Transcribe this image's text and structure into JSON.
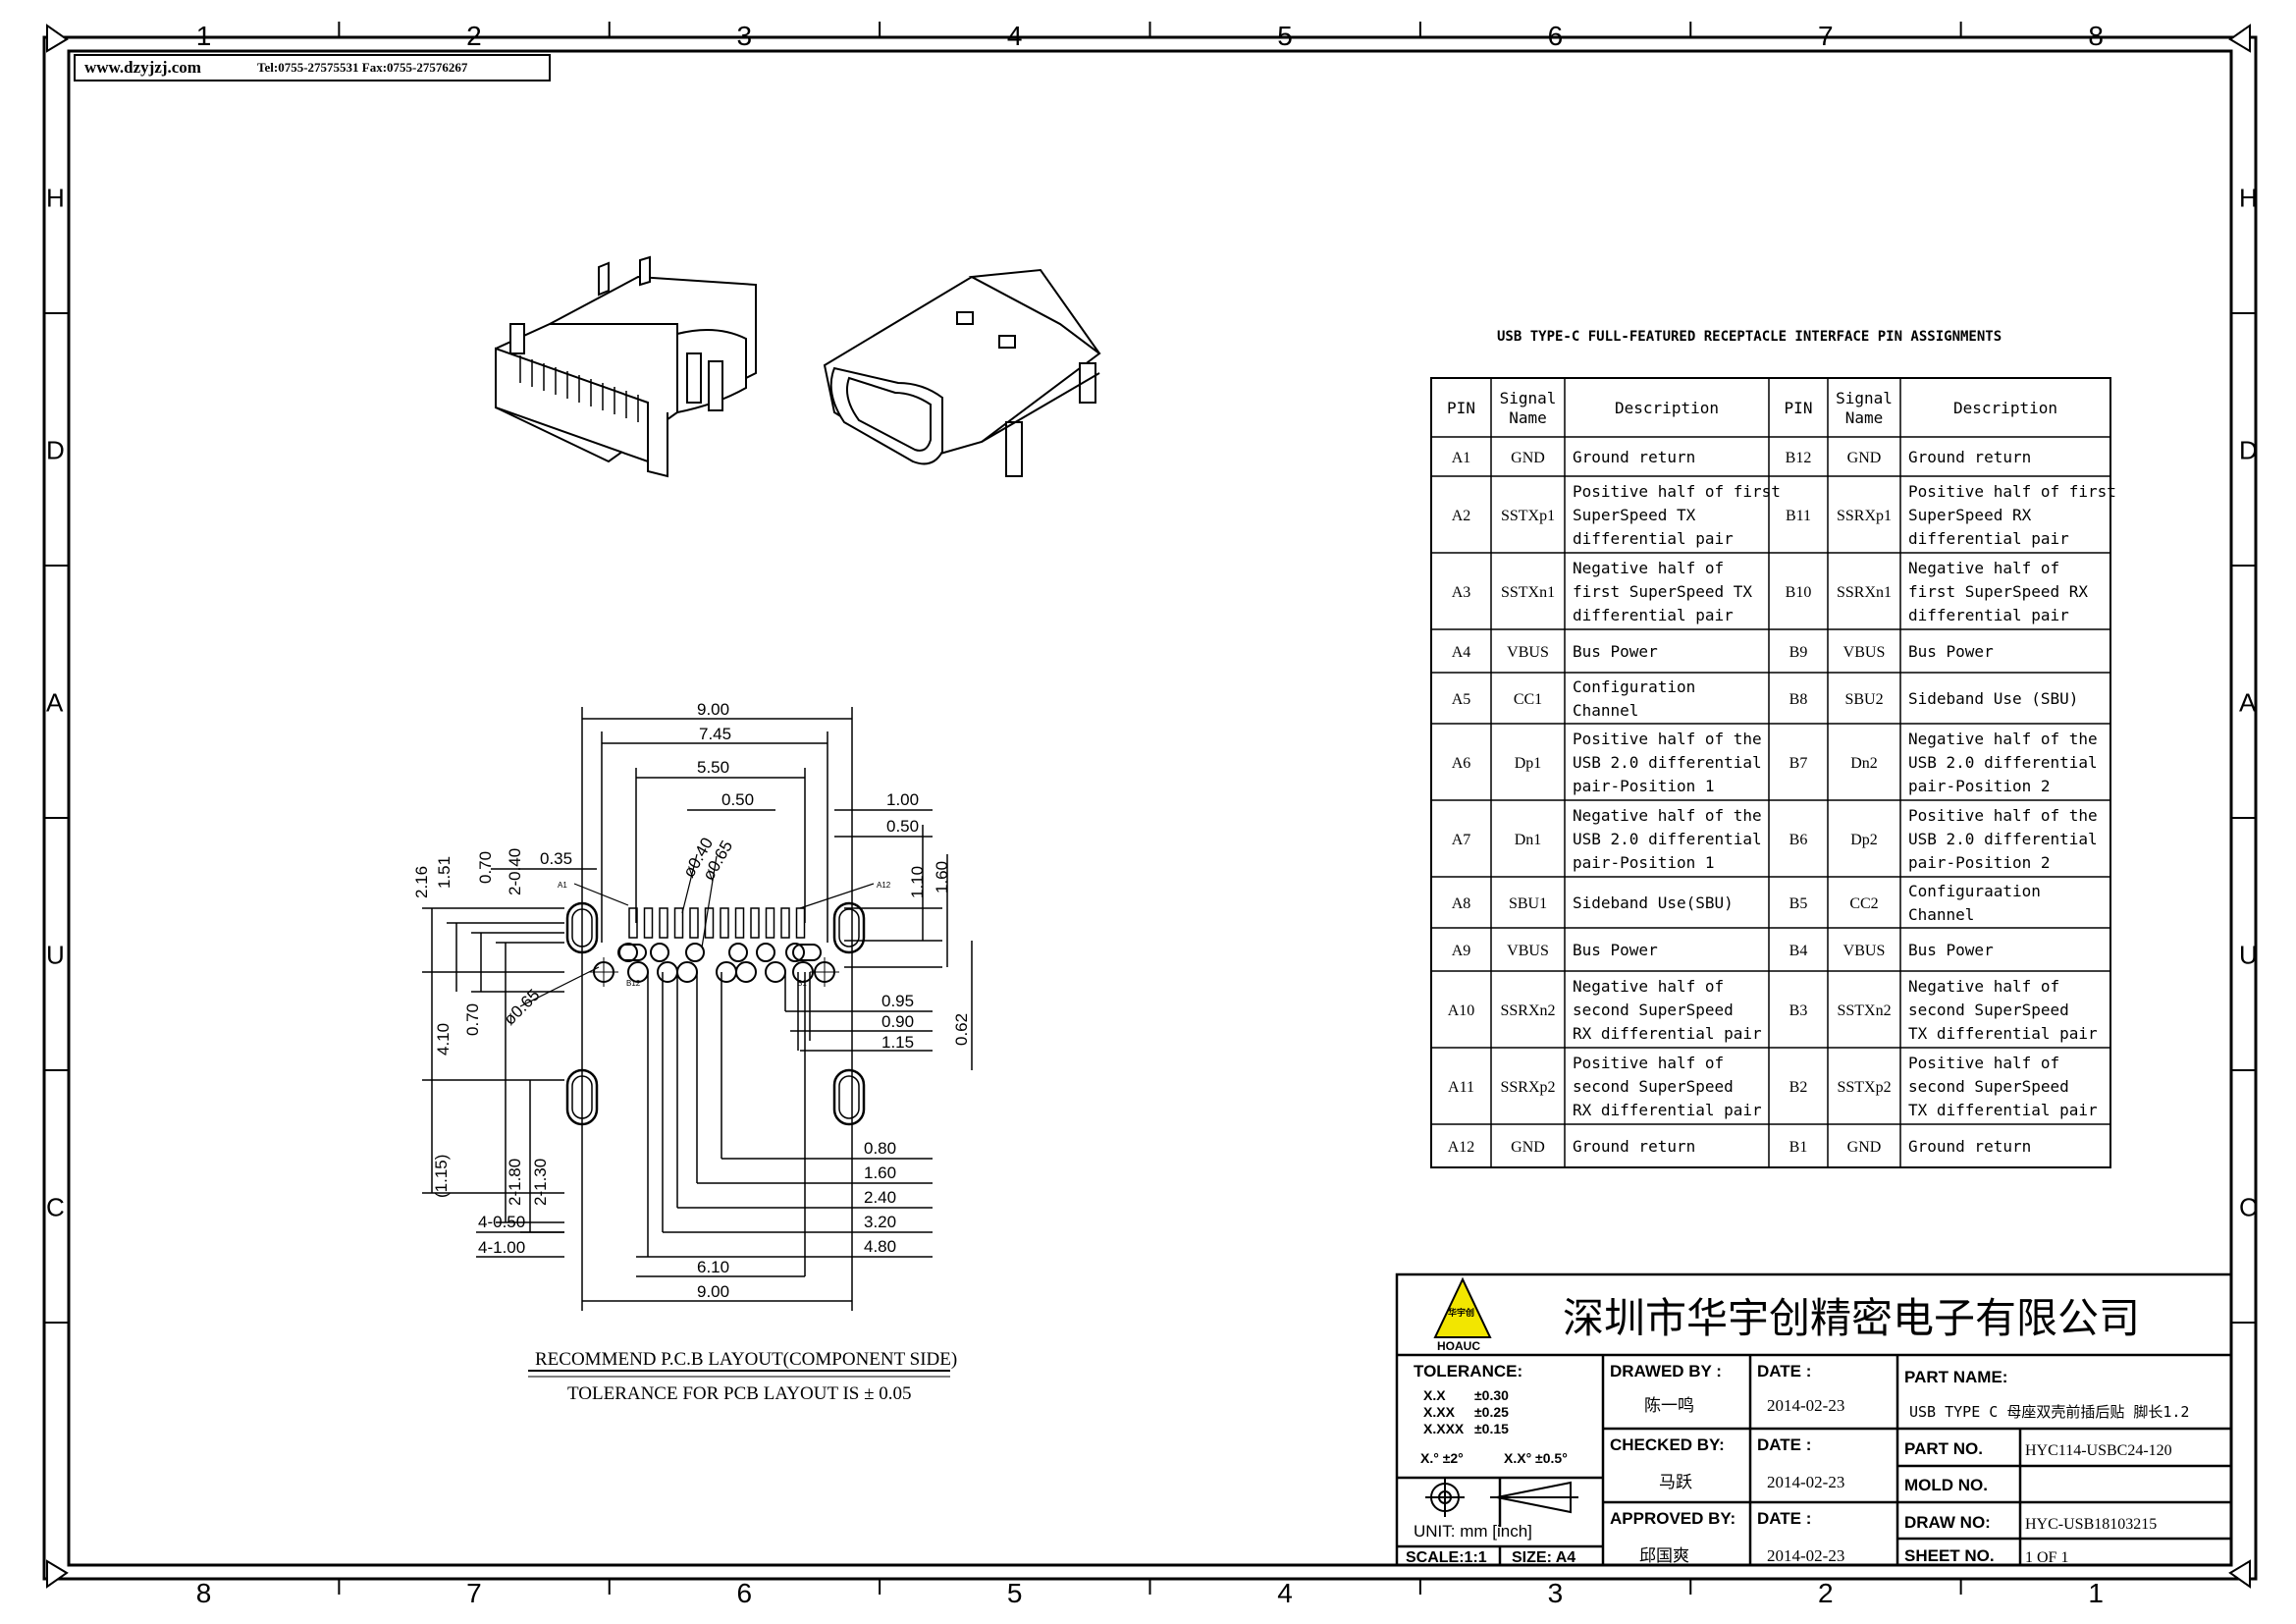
{
  "header": {
    "website": "www.dzyjzj.com",
    "contact": "Tel:0755-27575531  Fax:0755-27576267"
  },
  "frame": {
    "top_cols": [
      "1",
      "2",
      "3",
      "4",
      "5",
      "6",
      "7",
      "8"
    ],
    "bottom_cols": [
      "8",
      "7",
      "6",
      "5",
      "4",
      "3",
      "2",
      "1"
    ],
    "rows": [
      "H",
      "D",
      "A",
      "U",
      "C"
    ]
  },
  "pin_table": {
    "title": "USB TYPE-C FULL-FEATURED RECEPTACLE INTERFACE PIN ASSIGNMENTS",
    "headers": [
      "PIN",
      "Signal Name",
      "Description",
      "PIN",
      "Signal Name",
      "Description"
    ],
    "rows": [
      {
        "pin_a": "A1",
        "sig_a": "GND",
        "desc_a": [
          "Ground return"
        ],
        "pin_b": "B12",
        "sig_b": "GND",
        "desc_b": [
          "Ground return"
        ]
      },
      {
        "pin_a": "A2",
        "sig_a": "SSTXp1",
        "desc_a": [
          "Positive half of first",
          "SuperSpeed TX",
          "differential pair"
        ],
        "pin_b": "B11",
        "sig_b": "SSRXp1",
        "desc_b": [
          "Positive half of first",
          "SuperSpeed RX",
          "differential pair"
        ]
      },
      {
        "pin_a": "A3",
        "sig_a": "SSTXn1",
        "desc_a": [
          "Negative half of",
          "first SuperSpeed TX",
          "differential pair"
        ],
        "pin_b": "B10",
        "sig_b": "SSRXn1",
        "desc_b": [
          "Negative half of",
          "first SuperSpeed RX",
          "differential pair"
        ]
      },
      {
        "pin_a": "A4",
        "sig_a": "VBUS",
        "desc_a": [
          "Bus Power"
        ],
        "pin_b": "B9",
        "sig_b": "VBUS",
        "desc_b": [
          "Bus Power"
        ]
      },
      {
        "pin_a": "A5",
        "sig_a": "CC1",
        "desc_a": [
          "Configuration",
          "Channel"
        ],
        "pin_b": "B8",
        "sig_b": "SBU2",
        "desc_b": [
          "Sideband Use (SBU)"
        ]
      },
      {
        "pin_a": "A6",
        "sig_a": "Dp1",
        "desc_a": [
          "Positive half of the",
          "USB 2.0 differential",
          "pair-Position 1"
        ],
        "pin_b": "B7",
        "sig_b": "Dn2",
        "desc_b": [
          "Negative half of the",
          "USB 2.0 differential",
          "pair-Position 2"
        ]
      },
      {
        "pin_a": "A7",
        "sig_a": "Dn1",
        "desc_a": [
          "Negative half of the",
          "USB 2.0 differential",
          "pair-Position 1"
        ],
        "pin_b": "B6",
        "sig_b": "Dp2",
        "desc_b": [
          "Positive half of the",
          "USB 2.0 differential",
          "pair-Position 2"
        ]
      },
      {
        "pin_a": "A8",
        "sig_a": "SBU1",
        "desc_a": [
          "Sideband Use(SBU)"
        ],
        "pin_b": "B5",
        "sig_b": "CC2",
        "desc_b": [
          "Configuraation",
          "Channel"
        ]
      },
      {
        "pin_a": "A9",
        "sig_a": "VBUS",
        "desc_a": [
          "Bus Power"
        ],
        "pin_b": "B4",
        "sig_b": "VBUS",
        "desc_b": [
          "Bus Power"
        ]
      },
      {
        "pin_a": "A10",
        "sig_a": "SSRXn2",
        "desc_a": [
          "Negative half of",
          "second SuperSpeed",
          "RX differential pair"
        ],
        "pin_b": "B3",
        "sig_b": "SSTXn2",
        "desc_b": [
          "Negative half of",
          "second SuperSpeed",
          "TX differential pair"
        ]
      },
      {
        "pin_a": "A11",
        "sig_a": "SSRXp2",
        "desc_a": [
          "Positive half of",
          "second SuperSpeed",
          "RX differential pair"
        ],
        "pin_b": "B2",
        "sig_b": "SSTXp2",
        "desc_b": [
          "Positive half of",
          "second SuperSpeed",
          "TX differential pair"
        ]
      },
      {
        "pin_a": "A12",
        "sig_a": "GND",
        "desc_a": [
          "Ground return"
        ],
        "pin_b": "B1",
        "sig_b": "GND",
        "desc_b": [
          "Ground return"
        ]
      }
    ]
  },
  "pcb_layout": {
    "dims_top": [
      "9.00",
      "7.45",
      "5.50",
      "0.50",
      "1.00",
      "0.50",
      "0.35"
    ],
    "dims_left": [
      "2.16",
      "1.51",
      "0.70",
      "2-0.40",
      "4.10",
      "0.70",
      "(1.15)",
      "2-1.80",
      "2-1.30"
    ],
    "dims_right": [
      "1.10",
      "1.60",
      "0.95",
      "0.90",
      "1.15",
      "0.62"
    ],
    "dims_diameter": [
      "ø0.40",
      "ø0.65",
      "ø0.65"
    ],
    "dims_bottom_right": [
      "0.80",
      "1.60",
      "2.40",
      "3.20",
      "4.80"
    ],
    "dims_bottom_left": [
      "4-0.50",
      "4-1.00"
    ],
    "dims_bottom": [
      "6.10",
      "9.00"
    ],
    "pin_labels": {
      "a1": "A1",
      "a12": "A12",
      "b12": "B12",
      "b1": "B1"
    },
    "caption": "RECOMMEND P.C.B LAYOUT(COMPONENT SIDE)",
    "tolerance_note": "TOLERANCE FOR PCB LAYOUT IS ± 0.05"
  },
  "title_block": {
    "company": "深圳市华宇创精密电子有限公司",
    "logo_text": "HOAUC",
    "tolerance_label": "TOLERANCE:",
    "tolerances": [
      [
        "X.X",
        "±0.30"
      ],
      [
        "X.XX",
        "±0.25"
      ],
      [
        "X.XXX",
        "±0.15"
      ]
    ],
    "angle_tol": [
      "X.° ±2°",
      "X.X° ±0.5°"
    ],
    "unit": "UNIT:  mm  [inch]",
    "scale": "SCALE:1:1",
    "size": "SIZE: A4",
    "drawn_by_label": "DRAWED BY :",
    "drawn_by": "陈一鸣",
    "checked_by_label": "CHECKED BY:",
    "checked_by": "马跃",
    "approved_by_label": "APPROVED BY:",
    "approved_by": "邱国爽",
    "date_label": "DATE :",
    "dates": [
      "2014-02-23",
      "2014-02-23",
      "2014-02-23"
    ],
    "part_name_label": "PART NAME:",
    "part_name": "USB TYPE C 母座双壳前插后贴 脚长1.2",
    "part_no_label": "PART NO.",
    "part_no": "HYC114-USBC24-120",
    "mold_no_label": "MOLD NO.",
    "mold_no": "",
    "draw_no_label": "DRAW NO:",
    "draw_no": "HYC-USB18103215",
    "sheet_no_label": "SHEET NO.",
    "sheet_no": "1 OF 1"
  }
}
